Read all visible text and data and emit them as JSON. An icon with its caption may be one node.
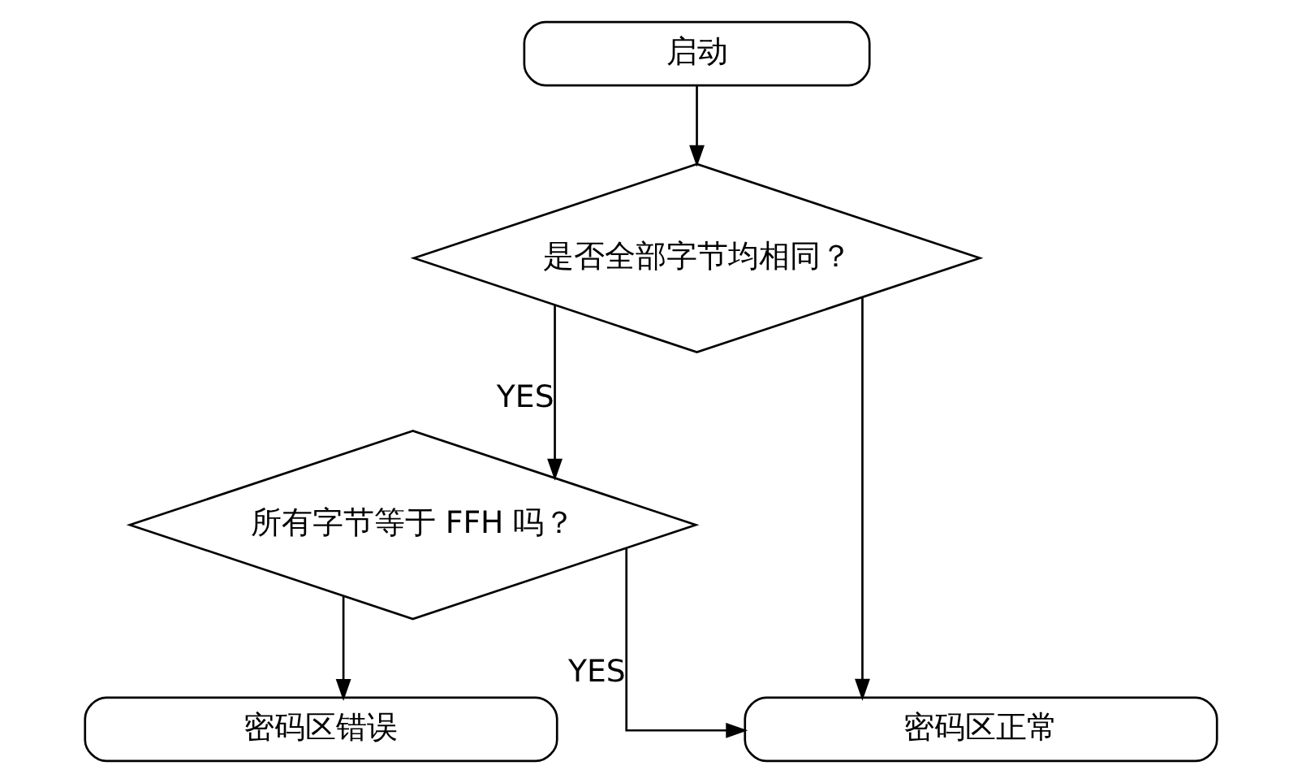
{
  "diagram": {
    "nodes": [
      {
        "text": [
          "启动"
        ]
      },
      {
        "text": [
          "是否全部字节均相同？"
        ]
      },
      {
        "text": [
          "所有字节等于 FFH 吗？"
        ]
      },
      {
        "text": [
          "密码区错误"
        ]
      },
      {
        "text": [
          "密码区正常"
        ]
      }
    ],
    "edges": [
      {
        "from": 0,
        "to": 1,
        "arrow": "to"
      },
      {
        "from": 1,
        "to": 2,
        "arrow": "to",
        "label": "YES"
      },
      {
        "from": 1,
        "to": 4,
        "arrow": "to"
      },
      {
        "from": 2,
        "to": 4,
        "arrow": "to",
        "label": "YES"
      },
      {
        "from": 2,
        "to": 3,
        "arrow": "to"
      }
    ]
  }
}
